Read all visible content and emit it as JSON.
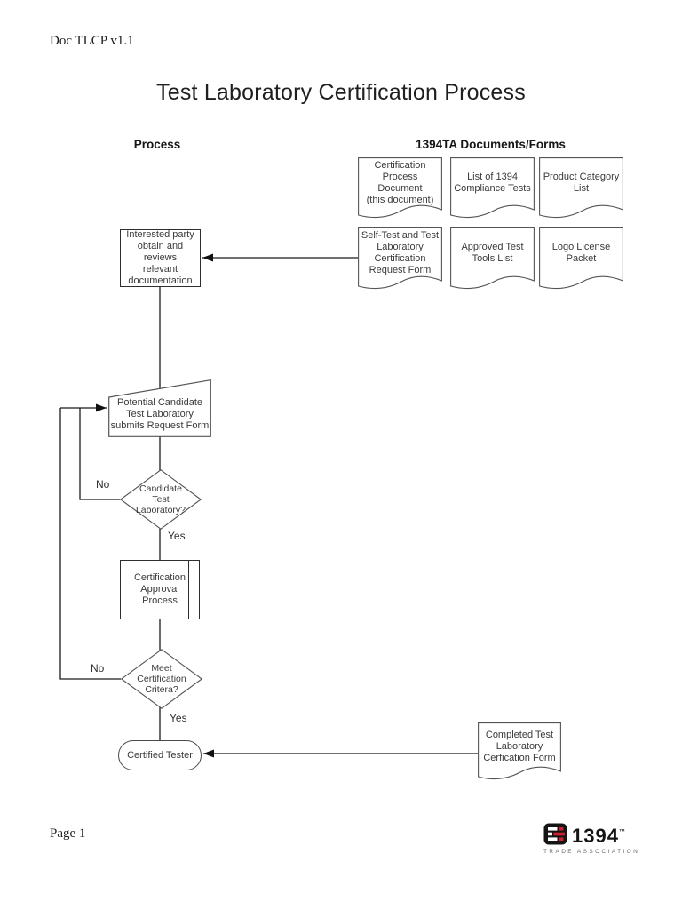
{
  "page": {
    "doc_ref": "Doc TLCP v1.1",
    "title": "Test Laboratory Certification Process",
    "page_number": "Page 1"
  },
  "headers": {
    "process": "Process",
    "documents": "1394TA Documents/Forms"
  },
  "flow": {
    "interested_party": "Interested party\nobtain and reviews\nrelevant\ndocumentation",
    "submit_form": "Potential Candidate\nTest Laboratory\nsubmits Request Form",
    "decision_candidate": "Candidate\nTest\nLaboratory?",
    "approval_process": "Certification\nApproval\nProcess",
    "decision_criteria": "Meet\nCertification\nCritera?",
    "certified_tester": "Certified Tester",
    "labels": {
      "no1": "No",
      "yes1": "Yes",
      "no2": "No",
      "yes2": "Yes"
    }
  },
  "documents": {
    "row1": [
      {
        "label": "Certification\nProcess\nDocument\n(this document)"
      },
      {
        "label": "List of 1394\nCompliance Tests"
      },
      {
        "label": "Product Category\nList"
      }
    ],
    "row2": [
      {
        "label": "Self-Test and Test\nLaboratory\nCertification\nRequest Form"
      },
      {
        "label": "Approved Test\nTools List"
      },
      {
        "label": "Logo License\nPacket"
      }
    ],
    "completed_form": "Completed Test\nLaboratory\nCerfication Form"
  },
  "logo": {
    "name": "1394",
    "tm": "™",
    "subtitle": "TRADE ASSOCIATION"
  },
  "colors": {
    "line": "#1a1a1a",
    "shape_border": "#4a4a4a",
    "logo_red": "#cf2030",
    "logo_black": "#141414"
  }
}
